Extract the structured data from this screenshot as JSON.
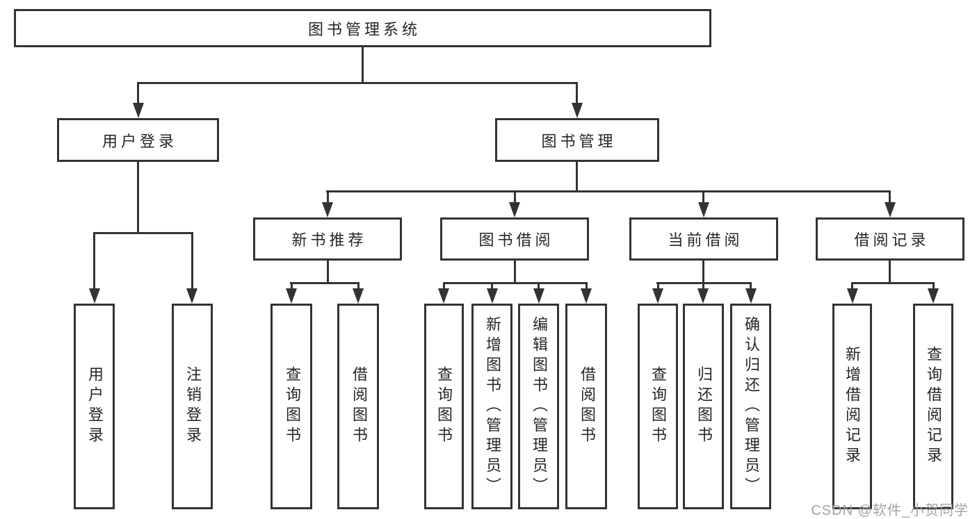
{
  "nodes": {
    "root": "图书管理系统",
    "user_login": "用户登录",
    "book_management": "图书管理",
    "user_login_leaf": "用户登录",
    "logout_leaf": "注销登录",
    "new_book_recommendation": "新书推荐",
    "book_borrowing": "图书借阅",
    "current_borrowing": "当前借阅",
    "borrowing_records": "借阅记录",
    "nbr_query_books": "查询图书",
    "nbr_borrow_books": "借阅图书",
    "bb_query_books": "查询图书",
    "bb_add_books": "新增图书（管理员）",
    "bb_edit_books": "编辑图书（管理员）",
    "bb_borrow_books": "借阅图书",
    "cb_query_books": "查询图书",
    "cb_return_books": "归还图书",
    "cb_confirm_return": "确认归还（管理员）",
    "br_add_record": "新增借阅记录",
    "br_query_record": "查询借阅记录"
  },
  "watermark": "CSDN @软件_小贺同学",
  "colors": {
    "line": "#333333",
    "text": "#262626",
    "background": "#ffffff",
    "watermark": "#a3a3a3"
  }
}
